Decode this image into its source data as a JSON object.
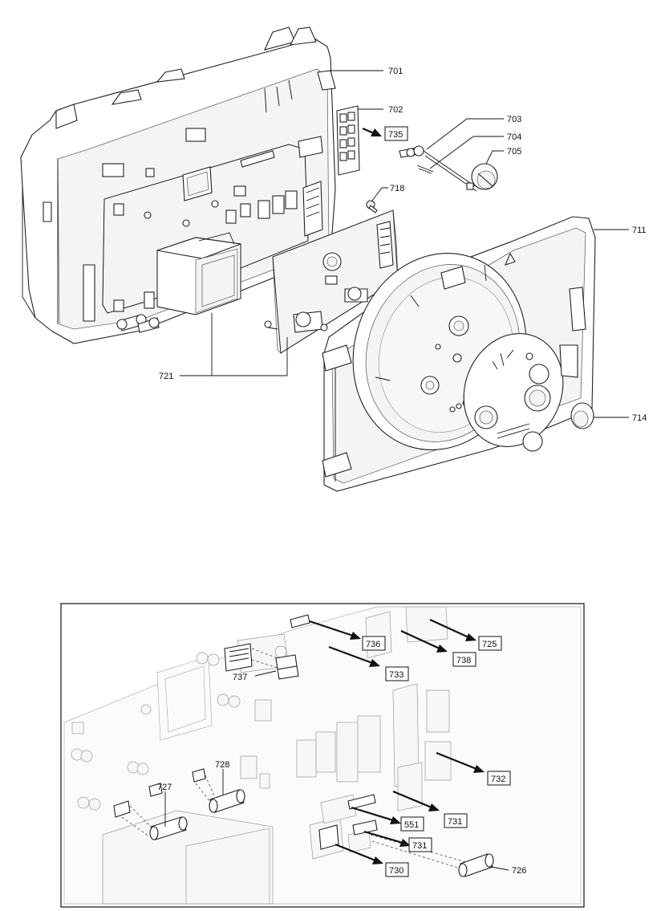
{
  "top_labels": {
    "l701": "701",
    "l702": "702",
    "l735": "735",
    "l703": "703",
    "l704": "704",
    "l705": "705",
    "l718": "718",
    "l711": "711",
    "l721": "721",
    "l714": "714"
  },
  "detail_labels": {
    "l736": "736",
    "l725": "725",
    "l738": "738",
    "l737": "737",
    "l733": "733",
    "l732": "732",
    "l728": "728",
    "l727": "727",
    "l731a": "731",
    "l551": "551",
    "l731b": "731",
    "l730": "730",
    "l726": "726"
  }
}
